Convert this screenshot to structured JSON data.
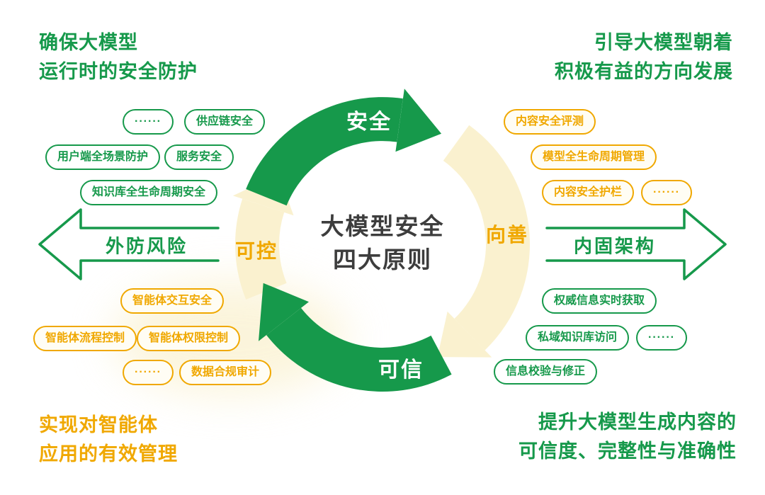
{
  "colors": {
    "green": "#16994b",
    "yellow": "#f0a800",
    "cream": "#faf1cf",
    "text_dark": "#3d3d3d"
  },
  "center": {
    "lines": [
      "大模型安全",
      "四大原则"
    ]
  },
  "ring": {
    "top": "安全",
    "right": "向善",
    "bottom": "可信",
    "left": "可控"
  },
  "arrows": {
    "left": "外防风险",
    "right": "内固架构"
  },
  "corners": {
    "top_left": {
      "lines": [
        "确保大模型",
        "运行时的安全防护"
      ]
    },
    "top_right": {
      "lines": [
        "引导大模型朝着",
        "积极有益的方向发展"
      ]
    },
    "bottom_left": {
      "lines": [
        "实现对智能体",
        "应用的有效管理"
      ]
    },
    "bottom_right": {
      "lines": [
        "提升大模型生成内容的",
        "可信度、完整性与准确性"
      ]
    }
  },
  "pill_groups": {
    "top_left": [
      "······",
      "供应链安全",
      "用户端全场景防护",
      "服务安全",
      "知识库全生命周期安全"
    ],
    "top_right": [
      "内容安全评测",
      "模型全生命周期管理",
      "内容安全护栏",
      "······"
    ],
    "bottom_left": [
      "智能体交互安全",
      "智能体流程控制",
      "智能体权限控制",
      "······",
      "数据合规审计"
    ],
    "bottom_right": [
      "权威信息实时获取",
      "私域知识库访问",
      "······",
      "信息校验与修正"
    ]
  }
}
